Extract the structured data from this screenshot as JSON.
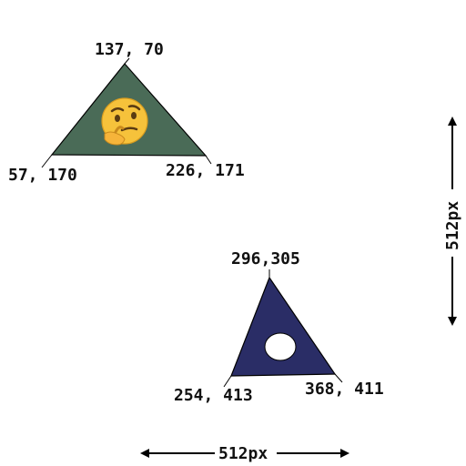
{
  "triangles": {
    "green": {
      "fill": "#4a6b57",
      "icon": "thinking-face-emoji",
      "top_label": "137, 70",
      "left_label": "57, 170",
      "right_label": "226, 171"
    },
    "blue": {
      "fill": "#2a2d66",
      "icon": "white-circle",
      "top_label": "296,305",
      "left_label": "254, 413",
      "right_label": "368, 411"
    }
  },
  "dimensions": {
    "horizontal_label": "512px",
    "vertical_label": "512px",
    "line_color": "#000000"
  }
}
